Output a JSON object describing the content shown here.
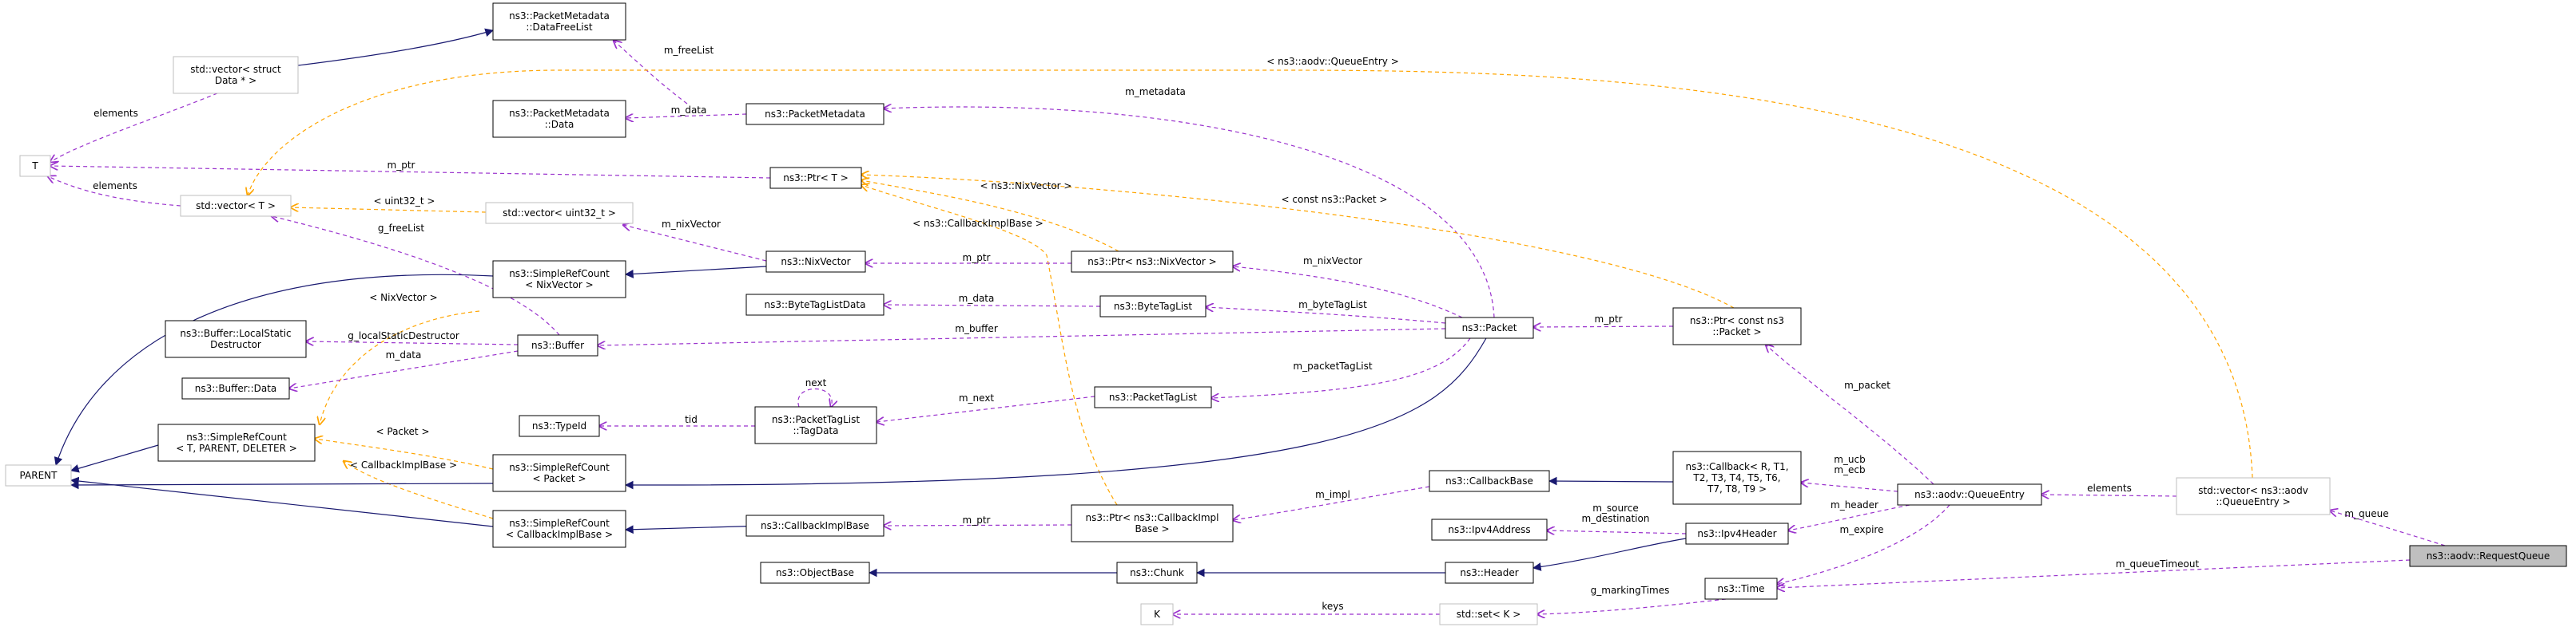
{
  "nodes": {
    "packetmetadata_datafreelist": [
      "ns3::PacketMetadata",
      "::DataFreeList"
    ],
    "vector_struct_data": [
      "std::vector< struct",
      "Data * >"
    ],
    "packetmetadata_data": [
      "ns3::PacketMetadata",
      "::Data"
    ],
    "packetmetadata": [
      "ns3::PacketMetadata"
    ],
    "t": [
      "T"
    ],
    "ptr_t": [
      "ns3::Ptr< T >"
    ],
    "vector_t": [
      "std::vector< T >"
    ],
    "vector_uint32": [
      "std::vector< uint32_t >"
    ],
    "nixvector": [
      "ns3::NixVector"
    ],
    "ptr_nixvector": [
      "ns3::Ptr< ns3::NixVector >"
    ],
    "simplerefcount_nixvector": [
      "ns3::SimpleRefCount",
      "< NixVector >"
    ],
    "bytetaglistdata": [
      "ns3::ByteTagListData"
    ],
    "bytetaglist": [
      "ns3::ByteTagList"
    ],
    "packet": [
      "ns3::Packet"
    ],
    "ptr_const_packet": [
      "ns3::Ptr< const ns3",
      "::Packet >"
    ],
    "buffer_localstatic": [
      "ns3::Buffer::LocalStatic",
      "Destructor"
    ],
    "buffer": [
      "ns3::Buffer"
    ],
    "buffer_data": [
      "ns3::Buffer::Data"
    ],
    "packettaglist": [
      "ns3::PacketTagList"
    ],
    "typeid": [
      "ns3::TypeId"
    ],
    "packettaglist_tagdata": [
      "ns3::PacketTagList",
      "::TagData"
    ],
    "simplerefcount_generic": [
      "ns3::SimpleRefCount",
      "< T, PARENT, DELETER >"
    ],
    "parent": [
      "PARENT"
    ],
    "simplerefcount_packet": [
      "ns3::SimpleRefCount",
      "< Packet >"
    ],
    "callbackbase": [
      "ns3::CallbackBase"
    ],
    "callback": [
      "ns3::Callback< R, T1,",
      "T2, T3, T4, T5, T6,",
      "T7, T8, T9 >"
    ],
    "queueentry": [
      "ns3::aodv::QueueEntry"
    ],
    "vector_queueentry": [
      "std::vector< ns3::aodv",
      "::QueueEntry >"
    ],
    "simplerefcount_callbackimpl": [
      "ns3::SimpleRefCount",
      "< CallbackImplBase >"
    ],
    "callbackimplbase": [
      "ns3::CallbackImplBase"
    ],
    "ptr_callbackimpl": [
      "ns3::Ptr< ns3::CallbackImpl",
      "Base >"
    ],
    "ipv4address": [
      "ns3::Ipv4Address"
    ],
    "ipv4header": [
      "ns3::Ipv4Header"
    ],
    "requestqueue": [
      "ns3::aodv::RequestQueue"
    ],
    "objectbase": [
      "ns3::ObjectBase"
    ],
    "chunk": [
      "ns3::Chunk"
    ],
    "header": [
      "ns3::Header"
    ],
    "time": [
      "ns3::Time"
    ],
    "k": [
      "K"
    ],
    "set_k": [
      "std::set< K >"
    ]
  },
  "edge_labels": {
    "elements_top": "elements",
    "m_freelist": "m_freeList",
    "queueentry_tmpl": "< ns3::aodv::QueueEntry >",
    "m_data_meta": "m_data",
    "m_metadata": "m_metadata",
    "m_ptr_t": "m_ptr",
    "nixvector_tmpl": "< ns3::NixVector >",
    "elements_vec": "elements",
    "uint32_tmpl": "< uint32_t >",
    "callbackimpl_tmpl": "< ns3::CallbackImplBase >",
    "const_packet_tmpl": "< const ns3::Packet >",
    "m_nixvector_vec": "m_nixVector",
    "g_freelist": "g_freeList",
    "m_ptr_nix": "m_ptr",
    "m_nixvector": "m_nixVector",
    "nixvector_short_tmpl": "< NixVector >",
    "m_data_btl": "m_data",
    "m_bytetaglist": "m_byteTagList",
    "m_ptr_packet": "m_ptr",
    "g_localstatic": "g_localStaticDestructor",
    "m_buffer": "m_buffer",
    "m_data_buffer": "m_data",
    "next": "next",
    "m_packettaglist": "m_packetTagList",
    "tid": "tid",
    "m_next": "m_next",
    "m_packet": "m_packet",
    "packet_tmpl": "< Packet >",
    "callbackimplbase_tmpl": "< CallbackImplBase >",
    "m_impl": "m_impl",
    "m_ucb_ecb": [
      "m_ucb",
      "m_ecb"
    ],
    "elements_q": "elements",
    "m_queue": "m_queue",
    "m_ptr_cib": "m_ptr",
    "m_source_dest": [
      "m_source",
      "m_destination"
    ],
    "m_header": "m_header",
    "m_expire": "m_expire",
    "m_queuetimeout": "m_queueTimeout",
    "g_markingtimes": "g_markingTimes",
    "keys": "keys"
  },
  "colors": {
    "inheritance": "#191970",
    "usage": "#9a32cd",
    "template": "#ffa500",
    "highlight_fill": "#bfbfbf",
    "gray_border": "#bfbfbf",
    "text": "#000000"
  }
}
